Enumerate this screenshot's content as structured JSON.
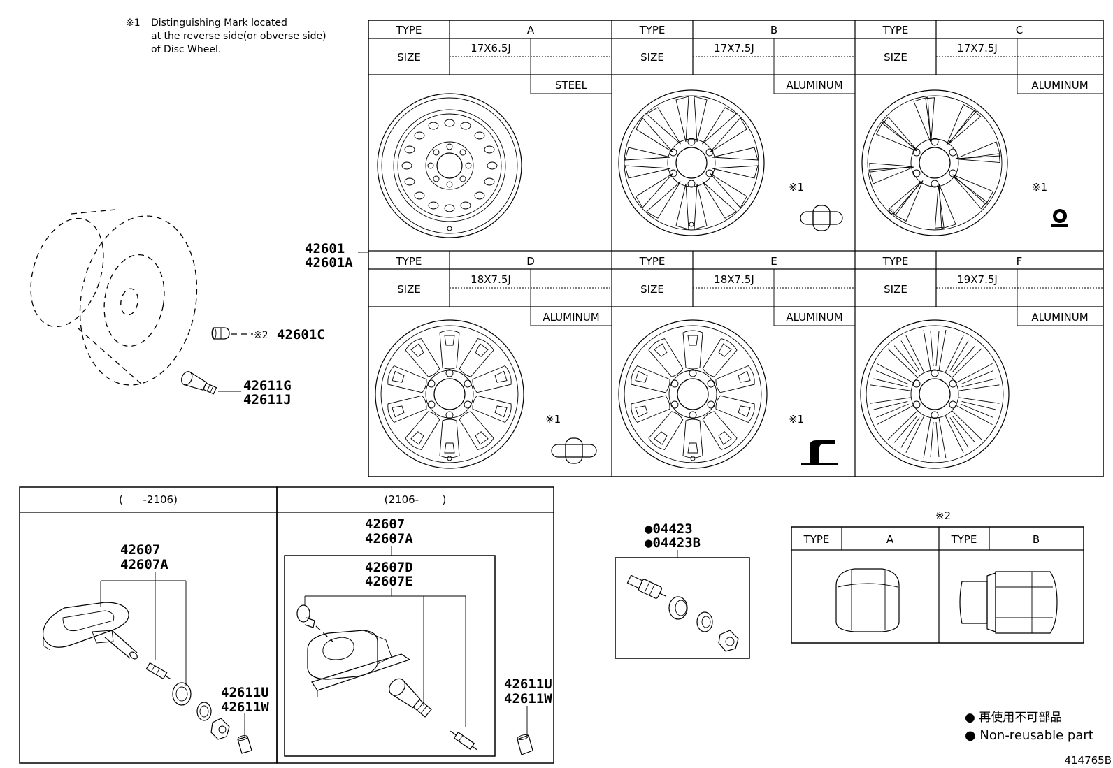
{
  "note_mark1": {
    "symbol": "※1",
    "lines": [
      "Distinguishing Mark located",
      "at the reverse side(or obverse side)",
      "of Disc Wheel."
    ]
  },
  "wheel_table": {
    "type_label": "TYPE",
    "size_label": "SIZE",
    "types": [
      {
        "type": "A",
        "size": "17X6.5J",
        "material": "STEEL",
        "mark": ""
      },
      {
        "type": "B",
        "size": "17X7.5J",
        "material": "ALUMINUM",
        "mark": "※1"
      },
      {
        "type": "C",
        "size": "17X7.5J",
        "material": "ALUMINUM",
        "mark": "※1"
      },
      {
        "type": "D",
        "size": "18X7.5J",
        "material": "ALUMINUM",
        "mark": "※1"
      },
      {
        "type": "E",
        "size": "18X7.5J",
        "material": "ALUMINUM",
        "mark": "※1"
      },
      {
        "type": "F",
        "size": "19X7.5J",
        "material": "ALUMINUM",
        "mark": ""
      }
    ]
  },
  "callouts": {
    "wheel": [
      "42601",
      "42601A"
    ],
    "nut_mark": "※2",
    "nut": "42601C",
    "valve": [
      "42611G",
      "42611J"
    ]
  },
  "left_box": {
    "header": "(      -2106)",
    "parts": [
      "42607",
      "42607A"
    ],
    "cap": [
      "42611U",
      "42611W"
    ]
  },
  "right_box": {
    "header": "(2106-       )",
    "parts": [
      "42607",
      "42607A"
    ],
    "sub_parts": [
      "42607D",
      "42607E"
    ],
    "cap": [
      "42611U",
      "42611W"
    ]
  },
  "valve_kit": {
    "parts": [
      "●04423",
      "●04423B"
    ]
  },
  "nut_table": {
    "mark": "※2",
    "type_label": "TYPE",
    "types": [
      "A",
      "B"
    ]
  },
  "legend": {
    "jp": "● 再使用不可部品",
    "en": "● Non-reusable part"
  },
  "figure_id": "414765B"
}
